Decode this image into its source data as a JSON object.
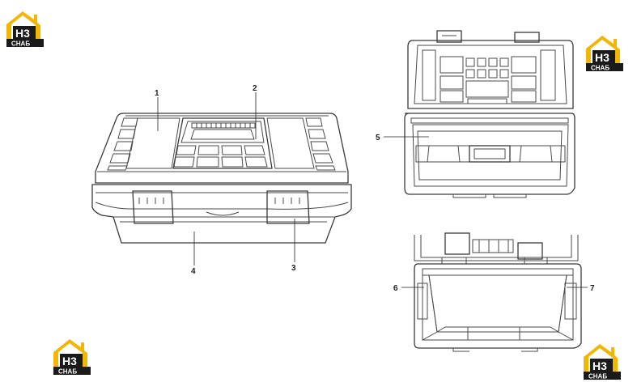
{
  "logo": {
    "mark": "H3",
    "sub": "СНАБ",
    "brand_color": "#f2b705",
    "dark_color": "#1a1a1a"
  },
  "callouts": [
    {
      "id": "c1",
      "label": "1"
    },
    {
      "id": "c2",
      "label": "2"
    },
    {
      "id": "c3",
      "label": "3"
    },
    {
      "id": "c4",
      "label": "4"
    },
    {
      "id": "c5",
      "label": "5"
    },
    {
      "id": "c6",
      "label": "6"
    },
    {
      "id": "c7",
      "label": "7"
    }
  ]
}
